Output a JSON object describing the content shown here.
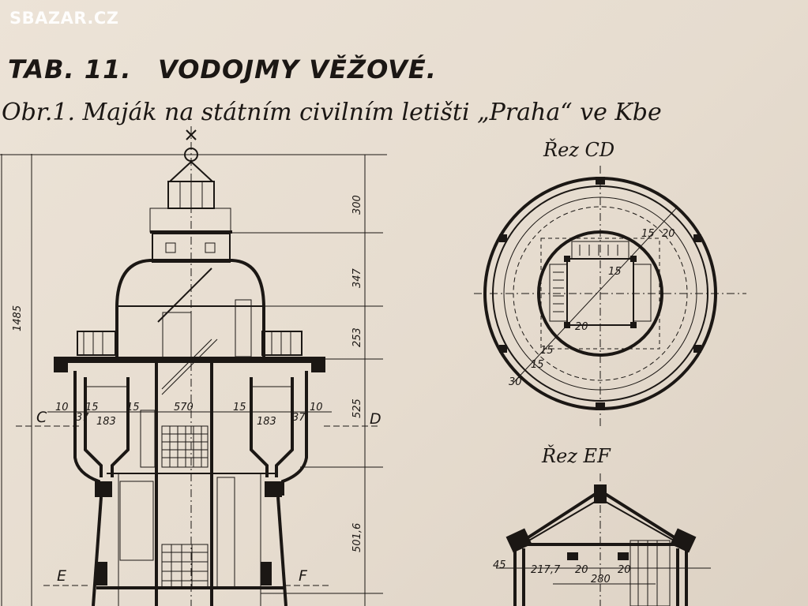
{
  "watermark": "SBAZAR.CZ",
  "heading": {
    "table": "TAB. 11.",
    "title": "VODOJMY VĚŽOVÉ."
  },
  "subtitle": "Obr.1. Maják na státním civilním letišti „Praha“ ve Kbe",
  "sections": {
    "cd": "Řez CD",
    "ef": "Řez EF"
  },
  "elevation": {
    "total_height": "1485",
    "heights": [
      "300",
      "347",
      "253",
      "525",
      "501,6"
    ],
    "widths": [
      "10",
      "15",
      "15",
      "183",
      "37",
      "570",
      "15",
      "183",
      "37",
      "10"
    ],
    "markers": [
      "C",
      "D",
      "E",
      "F"
    ]
  },
  "plan_cd": {
    "dims": [
      "20",
      "15",
      "15",
      "20",
      "15",
      "15",
      "30"
    ]
  },
  "section_ef": {
    "dims": [
      "45",
      "217,7",
      "20",
      "20",
      "280"
    ]
  },
  "colors": {
    "paper": "#e9dfd2",
    "ink": "#1b1714"
  }
}
